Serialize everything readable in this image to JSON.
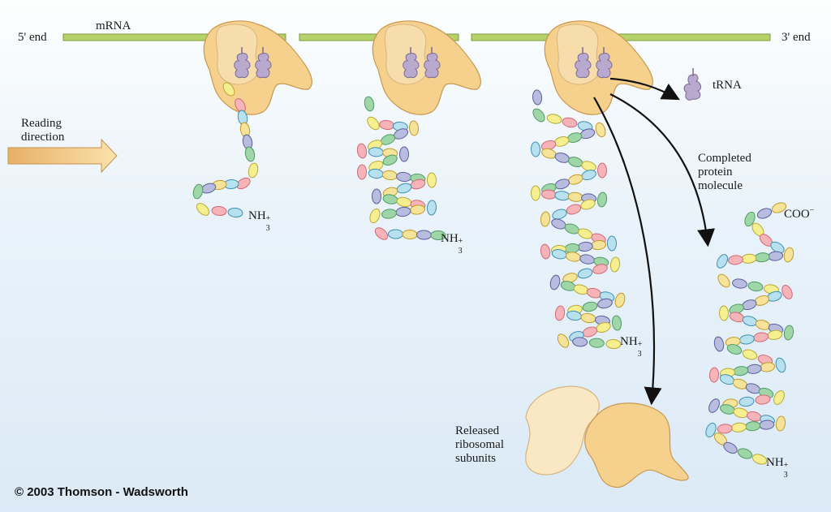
{
  "labels": {
    "five_prime": "5' end",
    "mrna": "mRNA",
    "three_prime": "3' end",
    "reading_direction": [
      "Reading",
      "direction"
    ],
    "trna": "tRNA",
    "completed_protein": [
      "Completed",
      "protein",
      "molecule"
    ],
    "coo": "COO",
    "coo_sup": "−",
    "nh": "NH",
    "nh_sup": "+",
    "nh_sub": "3",
    "released": [
      "Released",
      "ribosomal",
      "subunits"
    ]
  },
  "copyright": "© 2003 Thomson - Wadsworth",
  "colors": {
    "mrna": "#b6d26a",
    "ribosome": "#f6d18e",
    "ribosome_light": "#fae7c4",
    "trna": "#b9a9cf",
    "arrow": "#f0b868",
    "beads": [
      "#f6b3b8",
      "#f6ef8f",
      "#9fd6a8",
      "#b8bddf",
      "#f5e39a",
      "#b7e1ef"
    ]
  }
}
